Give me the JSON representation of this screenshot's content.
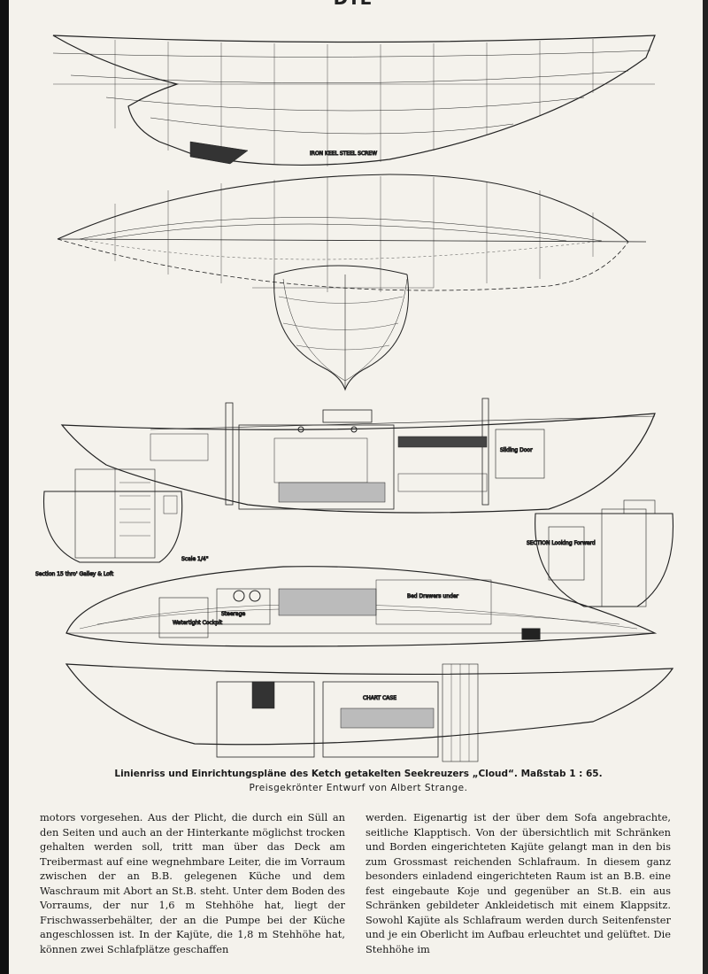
{
  "running_head": "DIE YACHT",
  "plan_labels": {
    "iron_keel": "IRON KEEL  STEEL SCREW",
    "sliding_door": "Sliding Door",
    "section_after_cabin": "SECTION Looking Forward",
    "section_galley": "Section 15 thro' Galley & Loft",
    "cockpit": "Watertight Cockpit",
    "steerage": "Steerage",
    "berth": "Bed Drawers under",
    "chart_case": "CHART CASE",
    "scale": "Scale 1/4\""
  },
  "caption": {
    "line1": "Linienriss und Einrichtungspläne des Ketch getakelten Seekreuzers „Cloud“.   Maßstab 1 : 65.",
    "line2": "Preisgekrönter Entwurf von Albert Strange."
  },
  "body_text": {
    "left_column": "motors vorgesehen. Aus der Plicht, die durch ein Süll an den Seiten und auch an der Hinterkante möglichst trocken gehalten werden soll, tritt man über das Deck am Treibermast auf eine wegnehmbare Leiter, die im Vorraum zwischen der an B.B. gelegenen Küche und dem Waschraum mit Abort an St.B. steht. Unter dem Boden des Vorraums, der nur 1,6 m Stehhöhe hat, liegt der Frischwasserbehälter, der an die Pumpe bei der Küche angeschlossen ist. In der Kajüte, die 1,8 m Stehhöhe hat, können zwei Schlafplätze geschaffen",
    "right_column": "werden. Eigenartig ist der über dem Sofa angebrachte, seitliche Klapptisch. Von der übersichtlich mit Schränken und Borden eingerichteten Kajüte gelangt man in den bis zum Grossmast reichenden Schlafraum. In diesem ganz besonders einladend eingerichteten Raum ist an B.B. eine fest eingebaute Koje und gegenüber an St.B. ein aus Schränken gebildeter Ankleidetisch mit einem Klappsitz. Sowohl Kajüte als Schlafraum werden durch Seitenfenster und je ein Oberlicht im Aufbau erleuchtet und gelüftet. Die Stehhöhe im"
  }
}
